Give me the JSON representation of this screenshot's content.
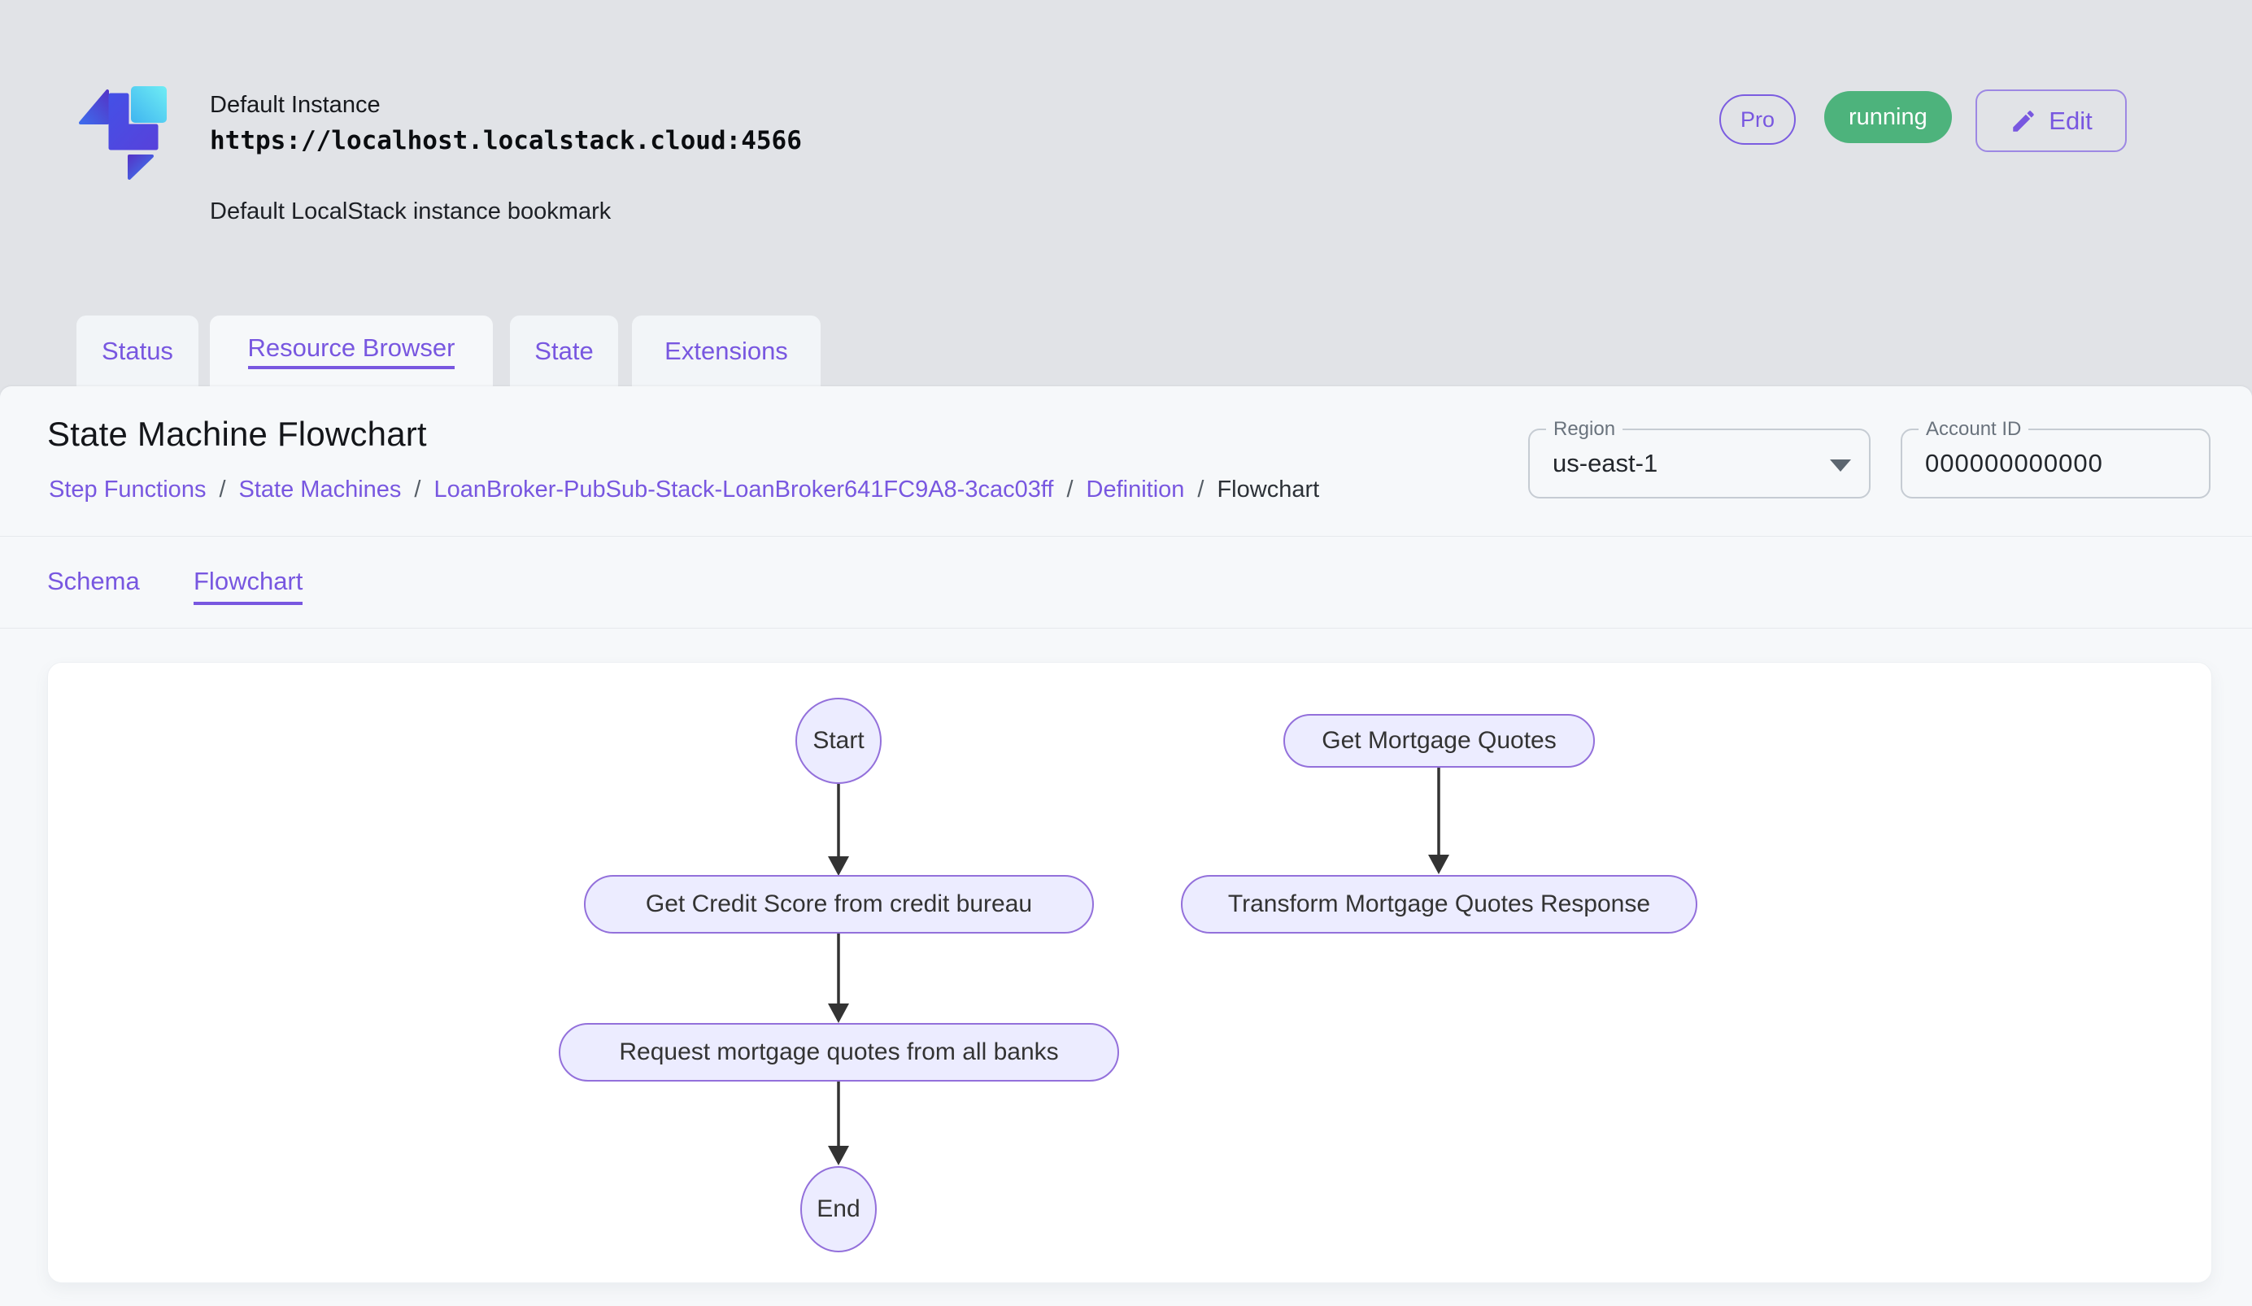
{
  "header": {
    "instance_name": "Default Instance",
    "instance_url": "https://localhost.localstack.cloud:4566",
    "instance_description": "Default LocalStack instance bookmark",
    "pro_badge": "Pro",
    "status_badge": "running",
    "edit_label": "Edit"
  },
  "tabs": [
    {
      "label": "Status"
    },
    {
      "label": "Resource Browser"
    },
    {
      "label": "State"
    },
    {
      "label": "Extensions"
    }
  ],
  "active_tab": "Resource Browser",
  "page": {
    "title": "State Machine Flowchart",
    "breadcrumb": [
      "Step Functions",
      "State Machines",
      "LoanBroker-PubSub-Stack-LoanBroker641FC9A8-3cac03ff",
      "Definition",
      "Flowchart"
    ],
    "breadcrumb_separator": "/",
    "region": {
      "label": "Region",
      "value": "us-east-1"
    },
    "account": {
      "label": "Account ID",
      "value": "000000000000"
    },
    "subtabs": [
      {
        "label": "Schema"
      },
      {
        "label": "Flowchart"
      }
    ],
    "active_subtab": "Flowchart"
  },
  "flowchart": {
    "nodes": [
      {
        "id": "start",
        "label": "Start",
        "shape": "circle"
      },
      {
        "id": "credit",
        "label": "Get Credit Score from credit bureau",
        "shape": "stadium"
      },
      {
        "id": "request",
        "label": "Request mortgage quotes from all banks",
        "shape": "stadium"
      },
      {
        "id": "end",
        "label": "End",
        "shape": "circle"
      },
      {
        "id": "quotes",
        "label": "Get Mortgage Quotes",
        "shape": "stadium"
      },
      {
        "id": "transform",
        "label": "Transform Mortgage Quotes Response",
        "shape": "stadium"
      }
    ],
    "edges": [
      {
        "from": "Start",
        "to": "Get Credit Score from credit bureau"
      },
      {
        "from": "Get Credit Score from credit bureau",
        "to": "Request mortgage quotes from all banks"
      },
      {
        "from": "Request mortgage quotes from all banks",
        "to": "End"
      },
      {
        "from": "Get Mortgage Quotes",
        "to": "Transform Mortgage Quotes Response"
      }
    ],
    "colors": {
      "node_fill": "#ECECFF",
      "node_border": "#9370DB",
      "node_text": "#333333",
      "arrow": "#333333"
    }
  },
  "colors": {
    "accent_purple": "#7857E0",
    "status_green": "#4DB37C",
    "page_background": "#E1E3E7",
    "panel_background": "#F6F8FA"
  }
}
